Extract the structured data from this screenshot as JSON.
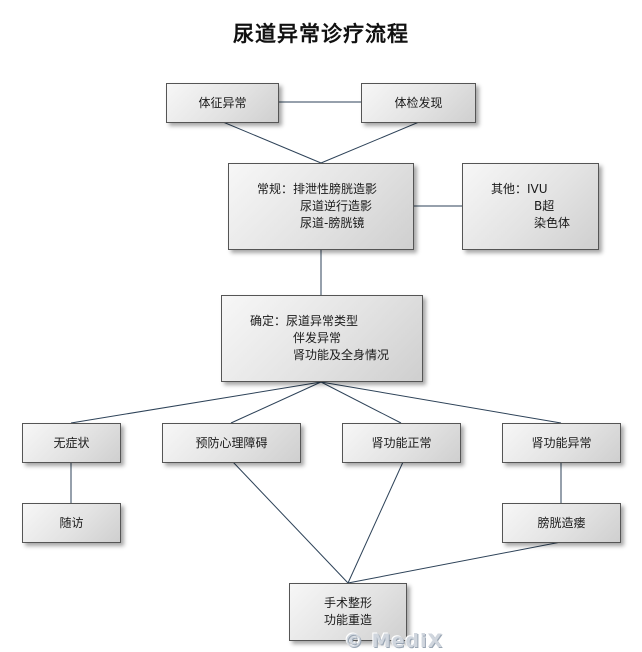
{
  "title": "尿道异常诊疗流程",
  "nodes": {
    "signs": "体征异常",
    "exam_findings": "体检发现",
    "routine": {
      "prefix": "常规：",
      "lines": [
        "排泄性膀胱造影",
        "尿道逆行造影",
        "尿道-膀胱镜"
      ]
    },
    "other": {
      "prefix": "其他：",
      "lines": [
        "IVU",
        "B超",
        "染色体"
      ]
    },
    "confirm": {
      "prefix": "确定：",
      "lines": [
        "尿道异常类型",
        "伴发异常",
        "肾功能及全身情况"
      ]
    },
    "asymptomatic": "无症状",
    "prevent": "预防心理障碍",
    "renal_normal": "肾功能正常",
    "renal_abnormal": "肾功能异常",
    "followup": "随访",
    "cystostomy": "膀胱造瘘",
    "surgery": [
      "手术整形",
      "功能重造"
    ]
  },
  "watermark": "© MediX"
}
